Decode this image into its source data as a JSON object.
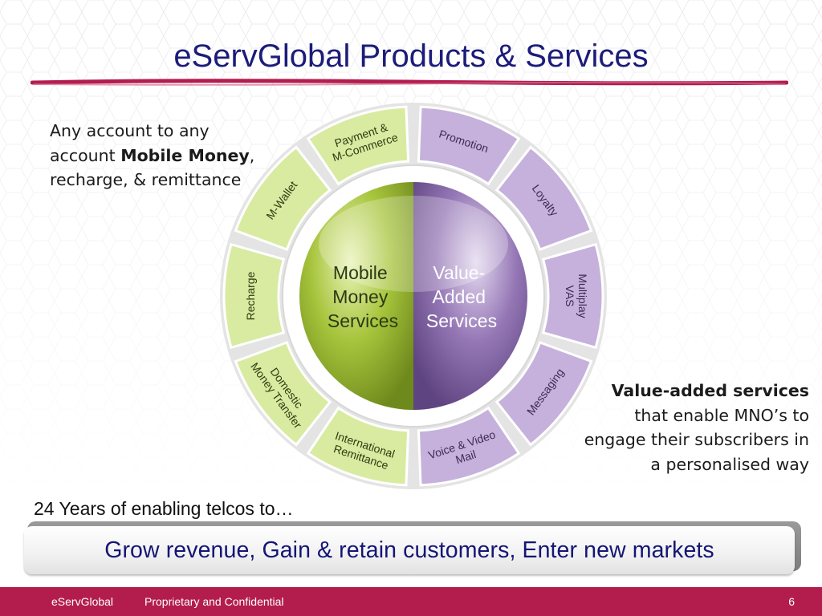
{
  "slide": {
    "title": "eServGlobal Products & Services",
    "accent_color": "#b31d4e",
    "title_color": "#1c1c7a"
  },
  "left_note": {
    "text_before": "Any account to any account ",
    "bold": "Mobile Money",
    "text_after": ", recharge, & remittance"
  },
  "right_note": {
    "bold": "Value-added services",
    "text_after": " that enable MNO’s to engage their subscribers in a personalised way"
  },
  "wheel": {
    "center_left": {
      "lines": [
        "Mobile",
        "Money",
        "Services"
      ],
      "color": "#9cbb2e"
    },
    "center_right": {
      "lines": [
        "Value-",
        "Added",
        "Services"
      ],
      "color": "#8a6aa8"
    },
    "left_segments": [
      {
        "lines": [
          "Payment &",
          "M-Commerce"
        ]
      },
      {
        "lines": [
          "M-Wallet"
        ]
      },
      {
        "lines": [
          "Recharge"
        ]
      },
      {
        "lines": [
          "Domestic",
          "Money Transfer"
        ]
      },
      {
        "lines": [
          "International",
          "Remittance"
        ]
      }
    ],
    "right_segments": [
      {
        "lines": [
          "Promotion"
        ]
      },
      {
        "lines": [
          "Loyalty"
        ]
      },
      {
        "lines": [
          "Multiplay",
          "VAS"
        ]
      },
      {
        "lines": [
          "Messaging"
        ]
      },
      {
        "lines": [
          "Voice & Video",
          "Mail"
        ]
      }
    ],
    "left_color": "#d8eba0",
    "right_color": "#c5b1dc"
  },
  "tagline": "24 Years of enabling telcos to…",
  "banner": "Grow revenue, Gain & retain customers, Enter new markets",
  "footer": {
    "brand": "eServGlobal",
    "note": "Proprietary and Confidential",
    "page": "6"
  }
}
